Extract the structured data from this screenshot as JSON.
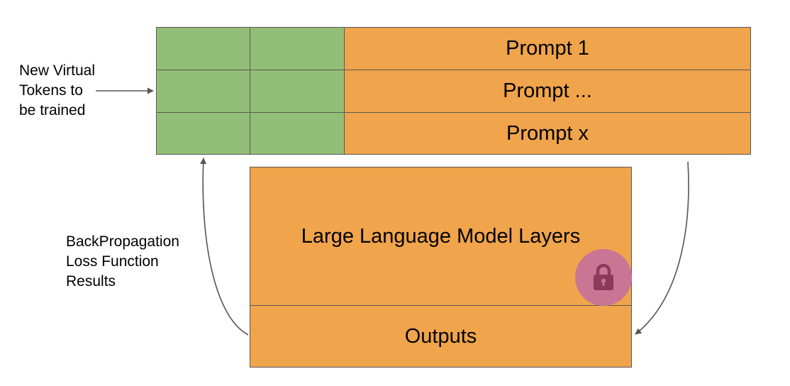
{
  "annotations": {
    "virtual_tokens": "New Virtual\nTokens to\nbe trained",
    "backprop": "BackPropagation\nLoss Function\nResults"
  },
  "prompts": [
    "Prompt 1",
    "Prompt ...",
    "Prompt x"
  ],
  "model": {
    "layers_label": "Large Language Model Layers",
    "outputs_label": "Outputs",
    "lock_icon": "lock-icon"
  },
  "colors": {
    "virtual_token_green": "#93be77",
    "prompt_orange": "#f0a44b",
    "lock_badge": "#c97593",
    "lock_glyph": "#8c3a5a"
  }
}
